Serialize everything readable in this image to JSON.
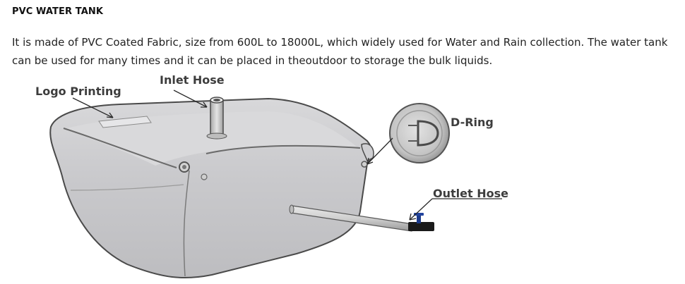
{
  "title": "PVC WATER TANK",
  "description": "It is made of PVC Coated Fabric, size from 600L to 18000L, which widely used for Water and Rain collection. The water tank can be used for many times and it can be placed in theoutdoor to storage the bulk liquids.",
  "diagram": {
    "labels": {
      "inlet_hose": "Inlet Hose",
      "logo_printing": "Logo Printing",
      "d_ring": "D-Ring",
      "outlet_hose": "Outlet Hose"
    }
  }
}
